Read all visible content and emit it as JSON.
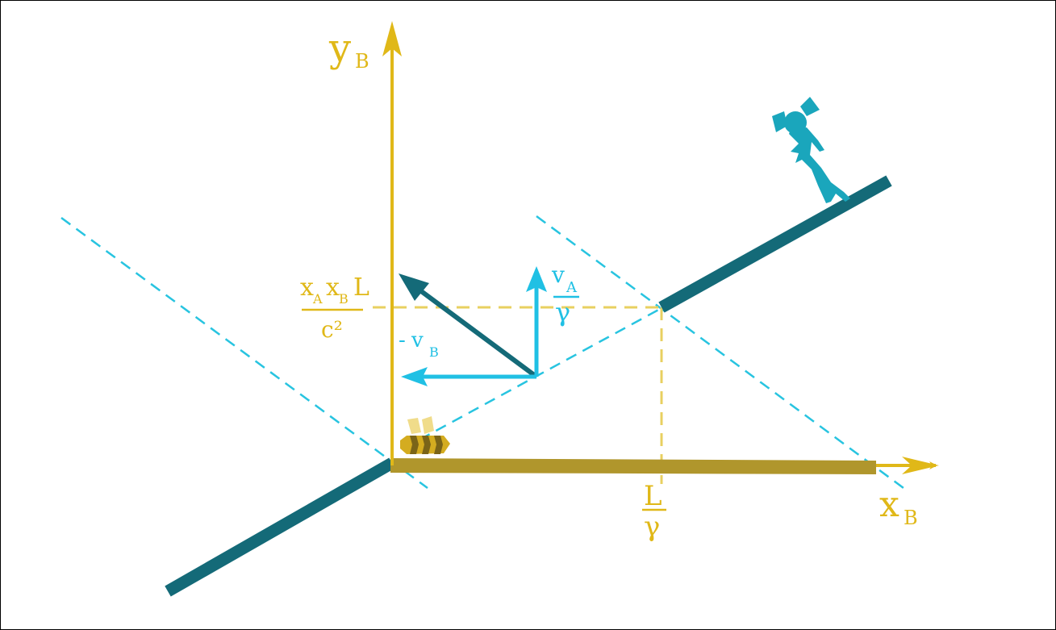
{
  "colors": {
    "axis_yellow": "#e0b818",
    "bar_gold": "#b0962c",
    "rod_teal": "#146a78",
    "dash_cyan": "#28c4e0",
    "arrow_cyan": "#20c0e4",
    "dash_yellow": "#e8d060",
    "figure_teal": "#1aa6bc"
  },
  "labels": {
    "y_axis": {
      "main": "y",
      "sub": "B"
    },
    "x_axis": {
      "main": "x",
      "sub": "B"
    },
    "y_mark": {
      "x_a": "x",
      "x_a_sub": "A",
      "x_b": "x",
      "x_b_sub": "B",
      "L": "L",
      "denominator": "c²"
    },
    "x_mark": {
      "numerator": "L",
      "denominator": "γ"
    },
    "velocity_y": {
      "numerator": "v",
      "numerator_sub": "A",
      "denominator": "γ"
    },
    "velocity_x": {
      "prefix": "-",
      "main": "v",
      "sub": "B"
    }
  },
  "icons": {
    "girl": "girl-silhouette-icon",
    "bee": "bee-icon"
  }
}
